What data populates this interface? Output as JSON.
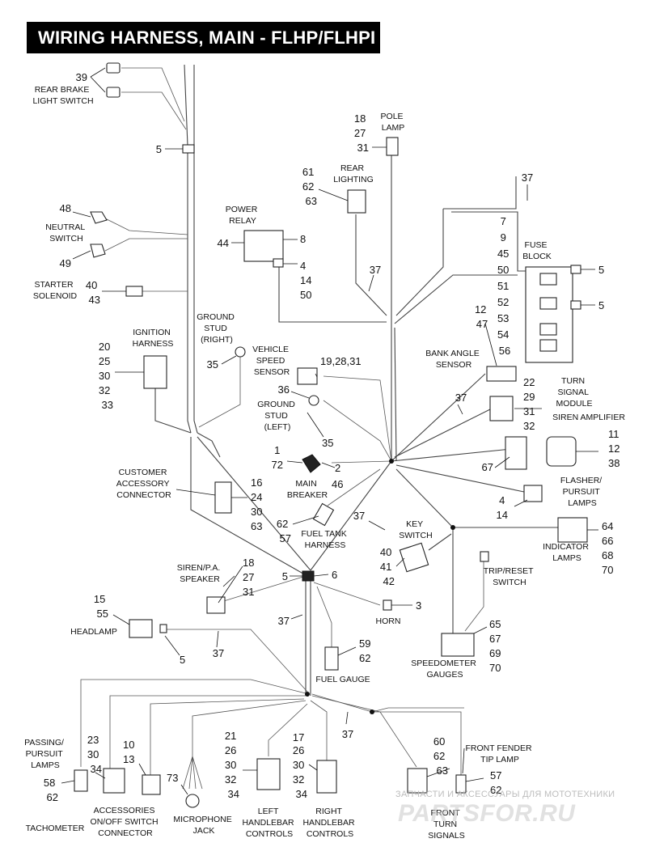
{
  "title": "WIRING HARNESS, MAIN - FLHP/FLHPI",
  "watermark": {
    "line1": "ЗАПЧАСТИ И АКСЕССУАРЫ ДЛЯ МОТОТЕХНИКИ",
    "line2": "PARTSFOR.RU"
  },
  "labels": {
    "rear_brake_light_switch": [
      "REAR BRAKE",
      "LIGHT SWITCH"
    ],
    "pole_lamp": [
      "POLE",
      "LAMP"
    ],
    "rear_lighting": [
      "REAR",
      "LIGHTING"
    ],
    "power_relay": [
      "POWER",
      "RELAY"
    ],
    "neutral_switch": [
      "NEUTRAL",
      "SWITCH"
    ],
    "starter_solenoid": [
      "STARTER",
      "SOLENOID"
    ],
    "fuse_block": [
      "FUSE",
      "BLOCK"
    ],
    "ground_stud_right": [
      "GROUND",
      "STUD",
      "(RIGHT)"
    ],
    "ignition_harness": [
      "IGNITION",
      "HARNESS"
    ],
    "vehicle_speed_sensor": [
      "VEHICLE",
      "SPEED",
      "SENSOR"
    ],
    "bank_angle_sensor": [
      "BANK ANGLE",
      "SENSOR"
    ],
    "ground_stud_left": [
      "GROUND",
      "STUD",
      "(LEFT)"
    ],
    "turn_signal_module": [
      "TURN",
      "SIGNAL",
      "MODULE"
    ],
    "siren_amplifier": [
      "SIREN AMPLIFIER"
    ],
    "customer_accessory_connector": [
      "CUSTOMER",
      "ACCESSORY",
      "CONNECTOR"
    ],
    "main_breaker": [
      "MAIN",
      "BREAKER"
    ],
    "flasher_pursuit_lamps": [
      "FLASHER/",
      "PURSUIT",
      "LAMPS"
    ],
    "fuel_tank_harness": [
      "FUEL TANK",
      "HARNESS"
    ],
    "key_switch": [
      "KEY",
      "SWITCH"
    ],
    "indicator_lamps": [
      "INDICATOR",
      "LAMPS"
    ],
    "siren_pa_speaker": [
      "SIREN/P.A.",
      "SPEAKER"
    ],
    "trip_reset_switch": [
      "TRIP/RESET",
      "SWITCH"
    ],
    "headlamp": [
      "HEADLAMP"
    ],
    "horn": [
      "HORN"
    ],
    "fuel_gauge": [
      "FUEL GAUGE"
    ],
    "speedometer_gauges": [
      "SPEEDOMETER",
      "GAUGES"
    ],
    "passing_pursuit_lamps": [
      "PASSING/",
      "PURSUIT",
      "LAMPS"
    ],
    "front_fender_tip_lamp": [
      "FRONT FENDER",
      "TIP LAMP"
    ],
    "tachometer": [
      "TACHOMETER"
    ],
    "accessories_switch": [
      "ACCESSORIES",
      "ON/OFF SWITCH",
      "CONNECTOR"
    ],
    "microphone_jack": [
      "MICROPHONE",
      "JACK"
    ],
    "left_handlebar_controls": [
      "LEFT",
      "HANDLEBAR",
      "CONTROLS"
    ],
    "right_handlebar_controls": [
      "RIGHT",
      "HANDLEBAR",
      "CONTROLS"
    ],
    "front_turn_signals": [
      "FRONT",
      "TURN",
      "SIGNALS"
    ]
  },
  "callouts": {
    "rear_brake": [
      "39"
    ],
    "rear_brake_clip": [
      "5"
    ],
    "pole_lamp": [
      "18",
      "27",
      "31"
    ],
    "rear_lighting": [
      "61",
      "62",
      "63"
    ],
    "fuse_harness_top": [
      "37"
    ],
    "fuse_block": [
      "7",
      "9",
      "45",
      "50",
      "51",
      "52",
      "53",
      "54",
      "56"
    ],
    "fuse_block_clip_a": [
      "5"
    ],
    "fuse_block_clip_b": [
      "5"
    ],
    "neutral_a": [
      "48"
    ],
    "neutral_b": [
      "49"
    ],
    "power_relay_left": [
      "44"
    ],
    "power_relay_right_a": [
      "8"
    ],
    "power_relay_right_b": [
      "4",
      "14",
      "50"
    ],
    "starter_solenoid": [
      "40",
      "43"
    ],
    "harness_upper": [
      "37"
    ],
    "bank_angle_sensor": [
      "12",
      "47"
    ],
    "ignition_harness": [
      "20",
      "25",
      "30",
      "32",
      "33"
    ],
    "ground_stud_right": [
      "35"
    ],
    "vehicle_speed_sensor": [
      "19,28,31"
    ],
    "ground_stud_left_a": [
      "36"
    ],
    "ground_stud_left_b": [
      "35"
    ],
    "turn_signal_module": [
      "22",
      "29",
      "31",
      "32"
    ],
    "harness_right": [
      "37"
    ],
    "siren_amplifier": [
      "11",
      "12",
      "38"
    ],
    "siren_amplifier_left": [
      "67"
    ],
    "main_breaker_left": [
      "1",
      "72"
    ],
    "main_breaker_right": [
      "2",
      "46"
    ],
    "customer_accessory": [
      "16",
      "24",
      "30",
      "63"
    ],
    "flasher_pursuit": [
      "4",
      "14"
    ],
    "fuel_tank_harness": [
      "62",
      "57"
    ],
    "harness_mid": [
      "37"
    ],
    "indicator_lamps": [
      "64",
      "66",
      "68",
      "70"
    ],
    "key_switch": [
      "40",
      "41",
      "42"
    ],
    "siren_pa_speaker": [
      "18",
      "27",
      "31"
    ],
    "junction_clip_left": [
      "5"
    ],
    "junction_clip_right": [
      "6"
    ],
    "horn": [
      "3"
    ],
    "headlamp": [
      "15",
      "55"
    ],
    "harness_lower": [
      "37"
    ],
    "headlamp_clip": [
      "5"
    ],
    "headlamp_harness": [
      "37"
    ],
    "speedometer": [
      "65",
      "67",
      "69",
      "70"
    ],
    "fuel_gauge": [
      "59",
      "62"
    ],
    "harness_front": [
      "37"
    ],
    "left_handlebar": [
      "21",
      "26",
      "30",
      "32",
      "34"
    ],
    "right_handlebar": [
      "17",
      "26",
      "30",
      "32",
      "34"
    ],
    "front_turn_signals": [
      "60",
      "62",
      "63"
    ],
    "front_fender_tip": [
      "57",
      "62"
    ],
    "tachometer": [
      "23",
      "30",
      "34"
    ],
    "passing_lamps": [
      "58",
      "62"
    ],
    "accessories_switch": [
      "10",
      "13"
    ],
    "microphone_jack": [
      "73"
    ]
  }
}
